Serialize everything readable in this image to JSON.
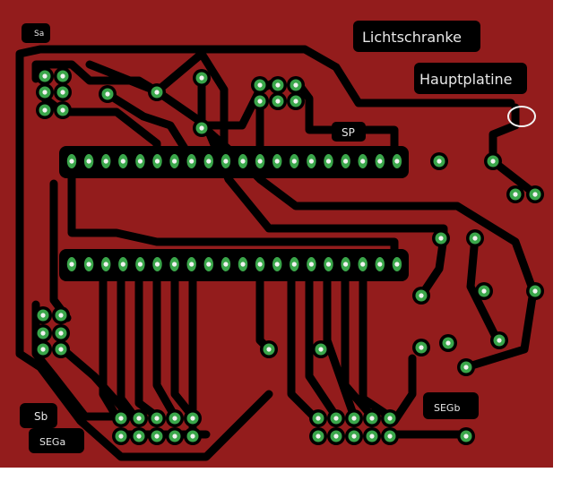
{
  "board": {
    "colors": {
      "copper": "#931c1c",
      "trace": "#000000",
      "pad_ring": "#3aa64a",
      "pad_hole": "#f2f2f2",
      "label_bg": "#000000",
      "label_text": "#e8e8e8",
      "margin": "#ffffff"
    },
    "labels": {
      "lichtschranke": "Lichtschranke",
      "hauptplatine": "Hauptplatine",
      "sa": "Sa",
      "sp": "SP",
      "sb": "Sb",
      "seg_a": "SEGa",
      "seg_b": "SEGb"
    }
  }
}
